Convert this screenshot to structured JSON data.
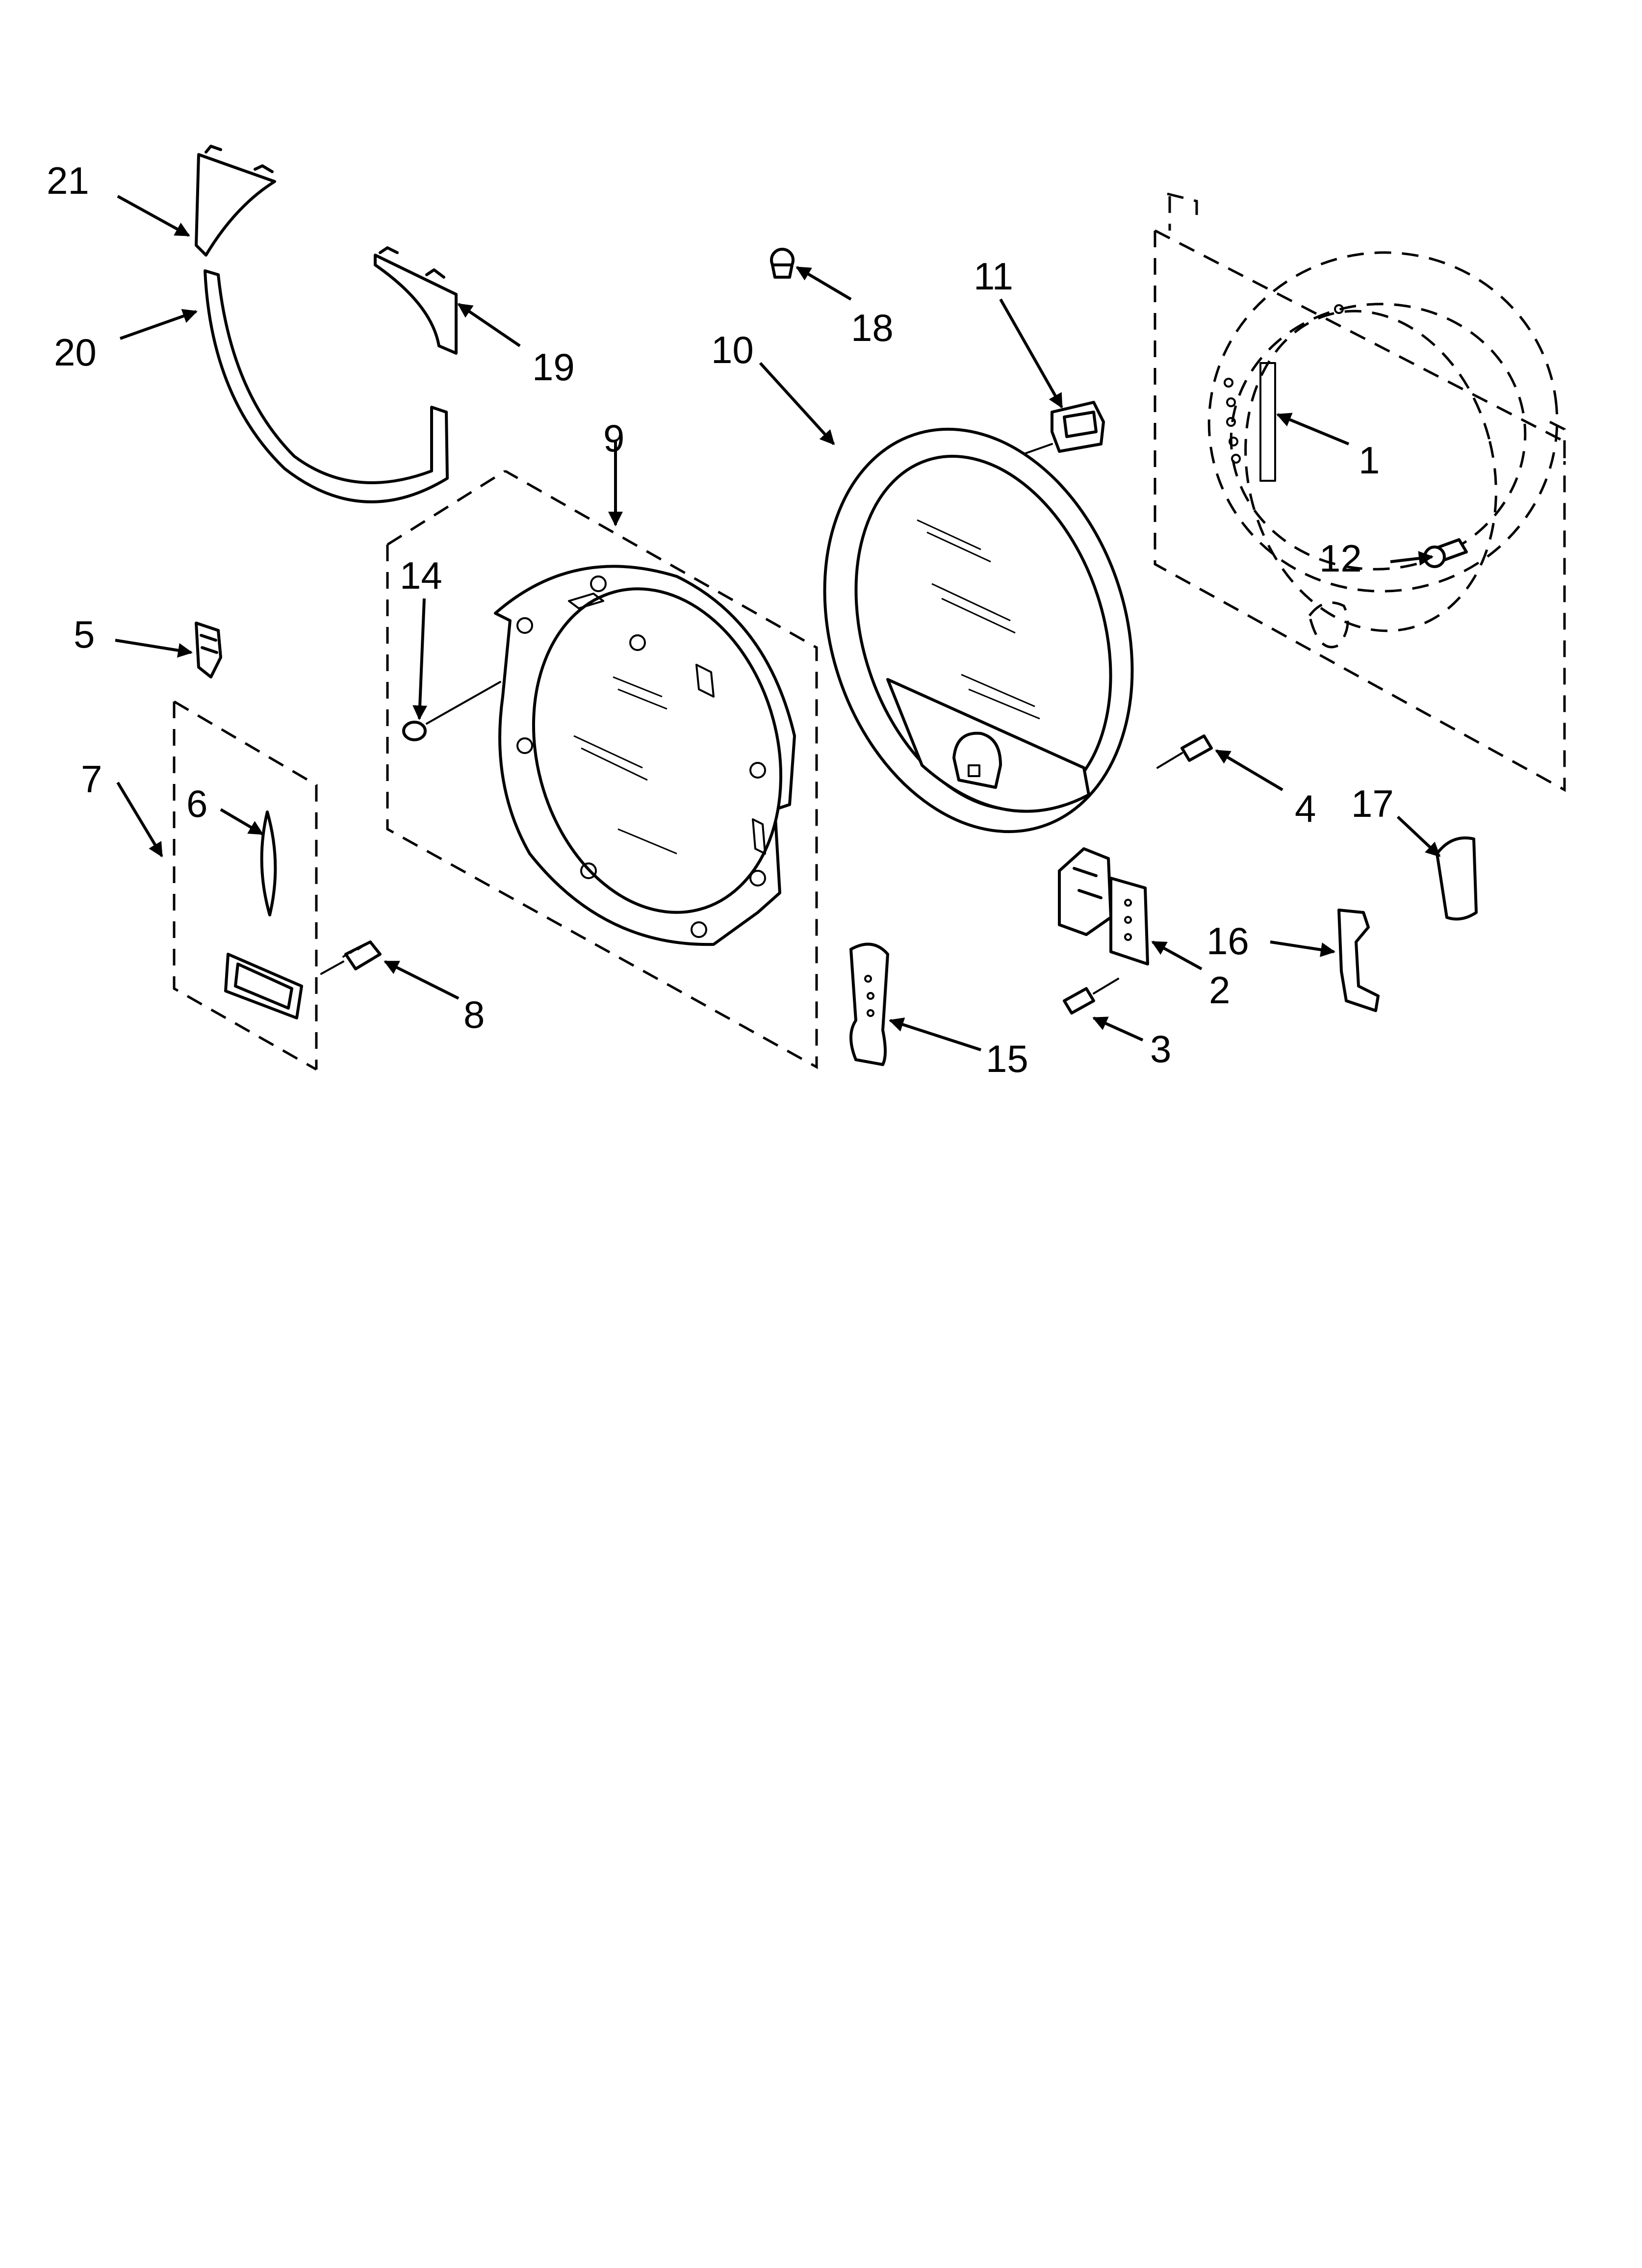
{
  "diagram": {
    "callouts": [
      "1",
      "2",
      "3",
      "4",
      "5",
      "6",
      "7",
      "8",
      "9",
      "10",
      "11",
      "12",
      "14",
      "15",
      "16",
      "17",
      "18",
      "19",
      "20",
      "21"
    ]
  }
}
